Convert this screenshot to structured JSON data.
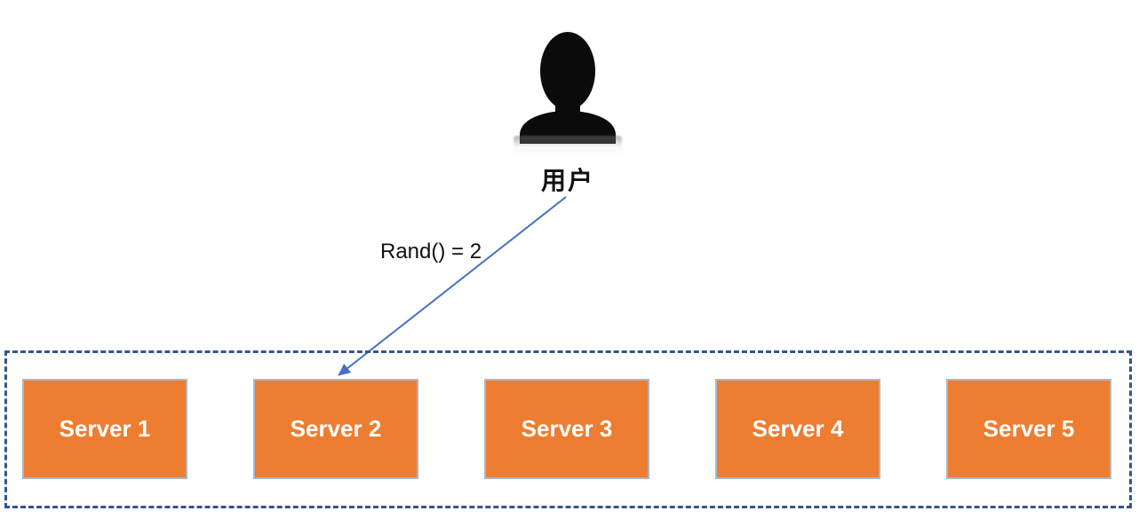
{
  "diagram": {
    "user": {
      "label": "用户",
      "icon": "person-silhouette-icon"
    },
    "request_arrow": {
      "label": "Rand() = 2",
      "from": "user",
      "to": "Server 2"
    },
    "server_pool": {
      "servers": [
        {
          "label": "Server 1"
        },
        {
          "label": "Server 2"
        },
        {
          "label": "Server 3"
        },
        {
          "label": "Server 4"
        },
        {
          "label": "Server 5"
        }
      ]
    },
    "colors": {
      "server_fill": "#ED7D31",
      "server_border": "#ABB7C5",
      "server_text": "#FFFFFF",
      "pool_border": "#35548E",
      "arrow": "#4472C4",
      "user_icon": "#0B0B0B",
      "text": "#111111"
    }
  }
}
